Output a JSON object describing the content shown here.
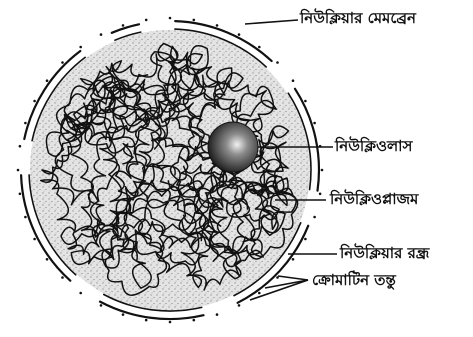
{
  "diagram": {
    "labels": {
      "nuclear_membrane": "নিউক্লিয়ার মেমব্রেন",
      "nucleolus": "নিউক্লিওলাস",
      "nucleoplasm": "নিউক্লিওপ্লাজম",
      "nuclear_pore": "নিউক্লিয়ার রন্ধ্র",
      "chromatin": "ক্রোমাটিন তন্তু"
    },
    "colors": {
      "ink": "#111111",
      "nucleoplasm_fill": "#d9d9d9",
      "nucleolus_center": "#f2f2f2",
      "nucleolus_edge": "#1a1a1a"
    }
  }
}
